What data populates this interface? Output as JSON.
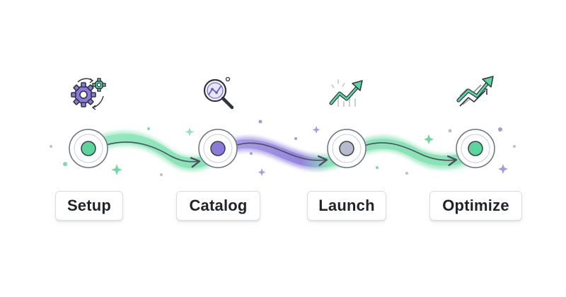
{
  "stages": [
    {
      "label": "Setup",
      "icon": "gears-icon",
      "color": "#5dd39e"
    },
    {
      "label": "Catalog",
      "icon": "magnifier-chart-icon",
      "color": "#8b7ad8"
    },
    {
      "label": "Launch",
      "icon": "trend-up-icon",
      "color": "#9aa3b5"
    },
    {
      "label": "Optimize",
      "icon": "trend-arrows-icon",
      "color": "#5dd39e"
    }
  ],
  "colors": {
    "green": "#7fe0b0",
    "green_dark": "#3fb97f",
    "purple": "#9a8be0",
    "purple_dark": "#6a58c4",
    "outline": "#3a3f4a"
  }
}
